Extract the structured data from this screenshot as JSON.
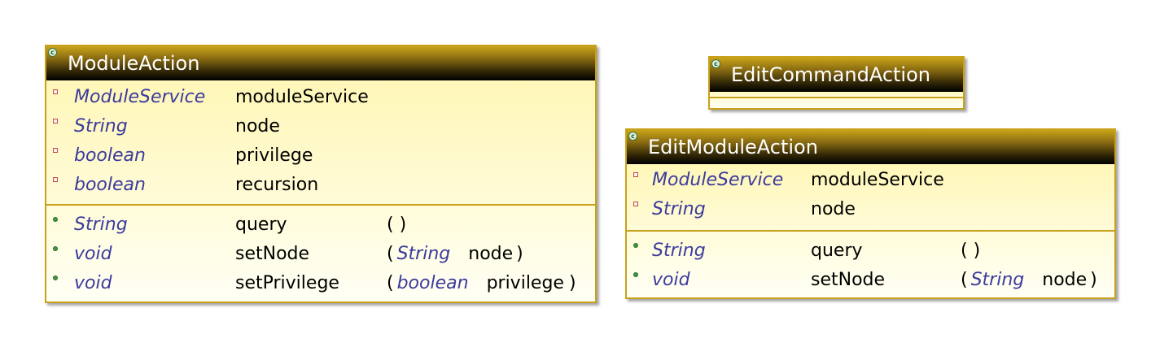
{
  "classes": {
    "module_action": {
      "name": "ModuleAction",
      "attributes": [
        {
          "type": "ModuleService",
          "name": "moduleService"
        },
        {
          "type": "String",
          "name": "node"
        },
        {
          "type": "boolean",
          "name": "privilege"
        },
        {
          "type": "boolean",
          "name": "recursion"
        }
      ],
      "methods": [
        {
          "type": "String",
          "name": "query",
          "open": "(",
          "ptype": "",
          "pname": "",
          "close": ")"
        },
        {
          "type": "void",
          "name": "setNode",
          "open": "(",
          "ptype": "String",
          "pname": "node",
          "close": ")"
        },
        {
          "type": "void",
          "name": "setPrivilege",
          "open": "(",
          "ptype": "boolean",
          "pname": "privilege",
          "close": ")"
        }
      ]
    },
    "edit_command_action": {
      "name": "EditCommandAction"
    },
    "edit_module_action": {
      "name": "EditModuleAction",
      "attributes": [
        {
          "type": "ModuleService",
          "name": "moduleService"
        },
        {
          "type": "String",
          "name": "node"
        }
      ],
      "methods": [
        {
          "type": "String",
          "name": "query",
          "open": "(",
          "ptype": "",
          "pname": "",
          "close": ")"
        },
        {
          "type": "void",
          "name": "setNode",
          "open": "(",
          "ptype": "String",
          "pname": "node",
          "close": ")"
        }
      ]
    }
  },
  "icon_glyph": "c"
}
